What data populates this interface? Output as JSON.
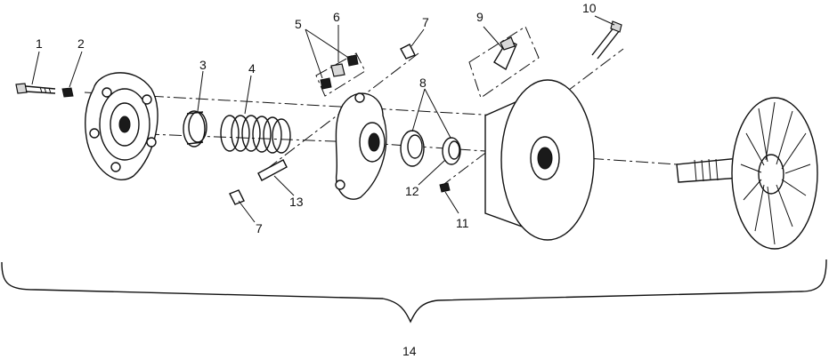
{
  "callouts": {
    "c1": "1",
    "c2": "2",
    "c3": "3",
    "c4": "4",
    "c5": "5",
    "c6": "6",
    "c7a": "7",
    "c7b": "7",
    "c8": "8",
    "c9": "9",
    "c10": "10",
    "c11": "11",
    "c12": "12",
    "c13": "13",
    "c14": "14"
  },
  "colors": {
    "ink": "#111111",
    "background": "#ffffff"
  }
}
